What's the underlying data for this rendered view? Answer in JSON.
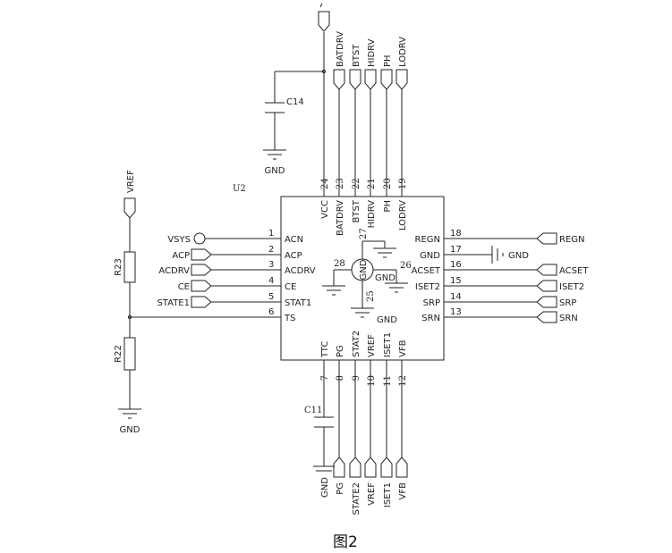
{
  "ic": {
    "ref": "U2",
    "top_pins": [
      {
        "num": "24",
        "name": "VCC",
        "net": ""
      },
      {
        "num": "23",
        "name": "BATDRV",
        "net": "BATDRV"
      },
      {
        "num": "22",
        "name": "BTST",
        "net": "BTST"
      },
      {
        "num": "21",
        "name": "HIDRV",
        "net": "HIDRV"
      },
      {
        "num": "20",
        "name": "PH",
        "net": "PH"
      },
      {
        "num": "19",
        "name": "LODRV",
        "net": "LODRV"
      }
    ],
    "left_pins": [
      {
        "num": "1",
        "name": "ACN",
        "net": "VSYS"
      },
      {
        "num": "2",
        "name": "ACP",
        "net": "ACP"
      },
      {
        "num": "3",
        "name": "ACDRV",
        "net": "ACDRV"
      },
      {
        "num": "4",
        "name": "CE",
        "net": "CE"
      },
      {
        "num": "5",
        "name": "STAT1",
        "net": "STATE1"
      },
      {
        "num": "6",
        "name": "TS",
        "net": ""
      }
    ],
    "right_pins": [
      {
        "num": "18",
        "name": "REGN",
        "net": "REGN"
      },
      {
        "num": "17",
        "name": "GND",
        "net": "GND"
      },
      {
        "num": "16",
        "name": "ACSET",
        "net": "ACSET"
      },
      {
        "num": "15",
        "name": "ISET2",
        "net": "ISET2"
      },
      {
        "num": "14",
        "name": "SRP",
        "net": "SRP"
      },
      {
        "num": "13",
        "name": "SRN",
        "net": "SRN"
      }
    ],
    "bottom_pins": [
      {
        "num": "7",
        "name": "TTC",
        "net": "GND"
      },
      {
        "num": "8",
        "name": "PG",
        "net": "PG"
      },
      {
        "num": "9",
        "name": "STAT2",
        "net": "STATE2"
      },
      {
        "num": "10",
        "name": "VREF",
        "net": "VREF"
      },
      {
        "num": "11",
        "name": "ISET1",
        "net": "ISET1"
      },
      {
        "num": "12",
        "name": "VFB",
        "net": "VFB"
      }
    ],
    "center_pins": [
      {
        "num": "27",
        "name": "GND"
      },
      {
        "num": "28",
        "name": "GND"
      },
      {
        "num": "26",
        "name": "GND"
      },
      {
        "num": "25",
        "name": "GND"
      }
    ],
    "center_gnd_label": "GND"
  },
  "components": {
    "c14": "C14",
    "c11": "C11",
    "r23": "R23",
    "r22": "R22",
    "vref_net": "VREF",
    "gnd": "GND"
  },
  "caption": "图2"
}
